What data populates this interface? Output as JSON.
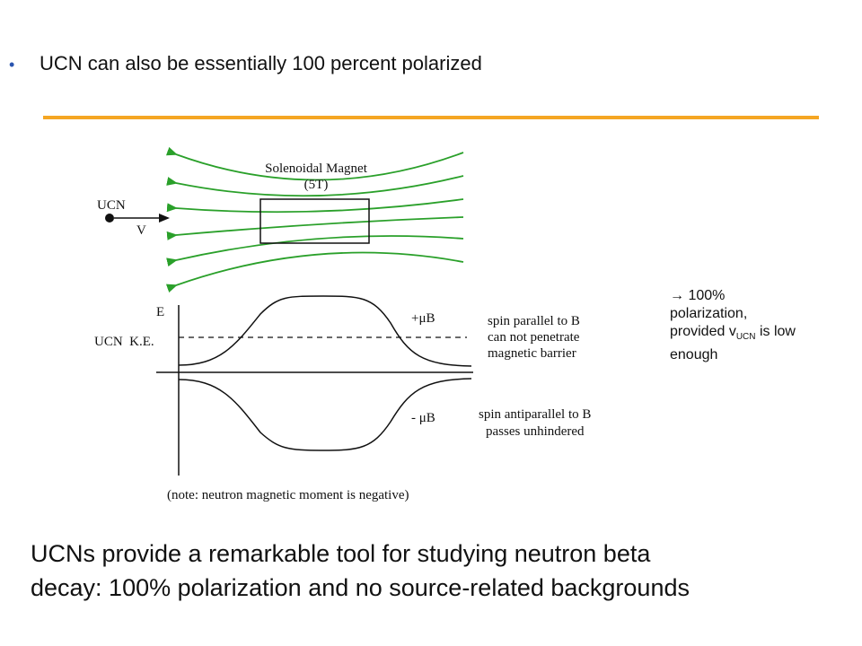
{
  "bullet": {
    "symbol": "•",
    "text": "UCN can also be essentially 100 percent polarized"
  },
  "diagram": {
    "magnet_title": "Solenoidal Magnet",
    "magnet_field": "(5T)",
    "ucn_label": "UCN",
    "velocity_label": "V",
    "energy_axis": "E",
    "ke_label": "UCN  K.E.",
    "plus_mu_b": "+μB",
    "minus_mu_b": "- μB",
    "parallel_line1": "spin parallel to B",
    "parallel_line2": "can not penetrate",
    "parallel_line3": "magnetic barrier",
    "anti_line1": "spin antiparallel to B",
    "anti_line2": "passes unhindered",
    "note": "(note: neutron magnetic moment is negative)",
    "field_line_color": "#2aa02a"
  },
  "side_note": {
    "arrow": "→",
    "line1": " 100%",
    "line2": "polarization,",
    "line3_pre": "provided v",
    "line3_sub": "UCN",
    "line3_post": " is low",
    "line4": "enough"
  },
  "conclusion": {
    "line1": "UCNs provide a remarkable tool for studying neutron beta",
    "line2": "decay: 100% polarization and no source-related backgrounds"
  },
  "accent_color": "#f5a623"
}
